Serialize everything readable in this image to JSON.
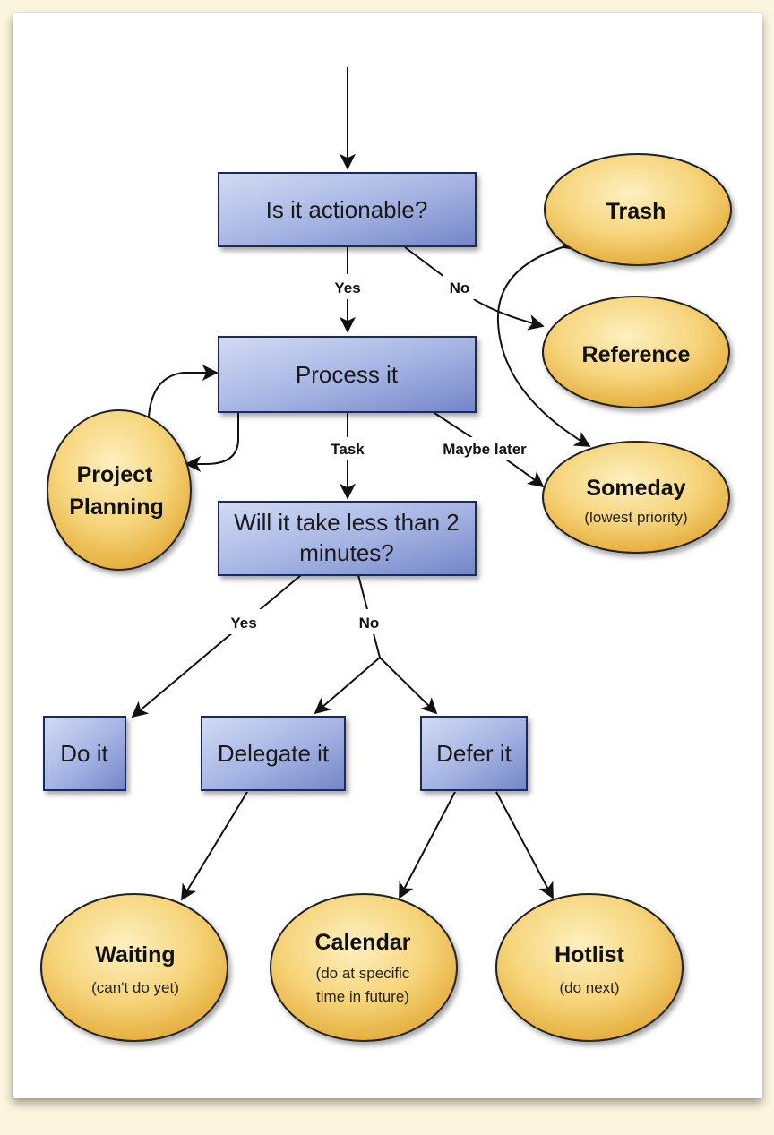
{
  "decisions": {
    "actionable": "Is it actionable?",
    "process": "Process it",
    "two_minutes_line1": "Will it take less than 2",
    "two_minutes_line2": "minutes?"
  },
  "actions": {
    "do_it": "Do it",
    "delegate_it": "Delegate it",
    "defer_it": "Defer it"
  },
  "outcomes": {
    "trash": {
      "title": "Trash"
    },
    "reference": {
      "title": "Reference"
    },
    "someday": {
      "title": "Someday",
      "subtitle": "(lowest priority)"
    },
    "project_planning": {
      "title_line1": "Project",
      "title_line2": "Planning"
    },
    "waiting": {
      "title": "Waiting",
      "subtitle": "(can't do yet)"
    },
    "calendar": {
      "title": "Calendar",
      "subtitle_line1": "(do at specific",
      "subtitle_line2": "time in future)"
    },
    "hotlist": {
      "title": "Hotlist",
      "subtitle": "(do next)"
    }
  },
  "edge_labels": {
    "actionable_yes": "Yes",
    "actionable_no": "No",
    "process_task": "Task",
    "process_maybe_later": "Maybe later",
    "two_min_yes": "Yes",
    "two_min_no": "No"
  },
  "colors": {
    "box_fill_top": "#c9d3f0",
    "box_fill_bottom": "#7c8fce",
    "box_stroke": "#1e2a5a",
    "oval_fill_light": "#fbe7a6",
    "oval_fill_dark": "#e9b440",
    "oval_stroke": "#222222",
    "arrow": "#111111"
  }
}
